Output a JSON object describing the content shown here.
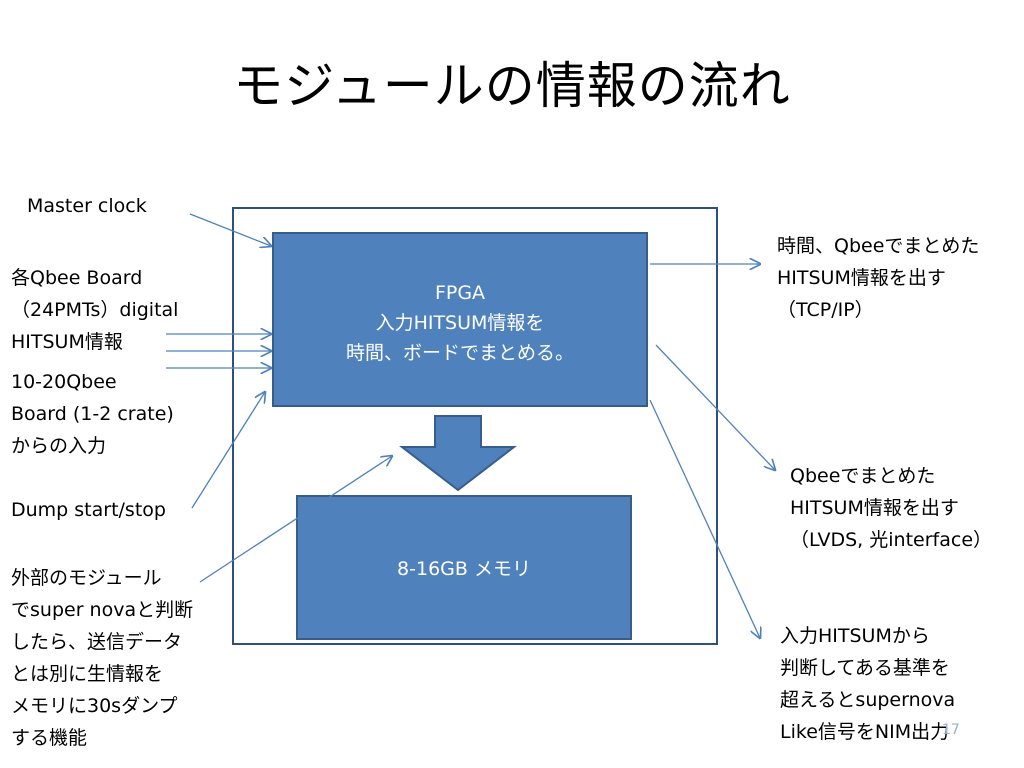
{
  "slide": {
    "title": "モジュールの情報の流れ",
    "page_number": "17"
  },
  "inputs": {
    "master_clock": "Master clock",
    "qbee_board": [
      "各Qbee Board",
      "（24PMTs）digital",
      "HITSUM情報"
    ],
    "qbee_count": [
      "10-20Qbee",
      "Board (1-2 crate)",
      "からの入力"
    ],
    "dump": "Dump start/stop",
    "external": [
      "外部のモジュール",
      "でsuper novaと判断",
      "したら、送信データ",
      "とは別に生情報を",
      "メモリに30sダンプ",
      "する機能"
    ]
  },
  "fpga": {
    "lines": [
      "FPGA",
      "入力HITSUM情報を",
      "時間、ボードでまとめる。"
    ]
  },
  "memory": {
    "label": "8-16GB メモリ"
  },
  "outputs": {
    "tcp": [
      "時間、Qbeeでまとめた",
      "HITSUM情報を出す",
      "（TCP/IP）"
    ],
    "lvds": [
      "Qbeeでまとめた",
      "HITSUM情報を出す",
      "（LVDS, 光interface）"
    ],
    "nim": [
      "入力HITSUMから",
      "判断してある基準を",
      "超えるとsupernova",
      "Like信号をNIM出力"
    ]
  },
  "colors": {
    "box_fill": "#4f81bd",
    "box_border": "#385d8a",
    "container_border": "#2f4f7f",
    "connector": "#4f81bd"
  }
}
